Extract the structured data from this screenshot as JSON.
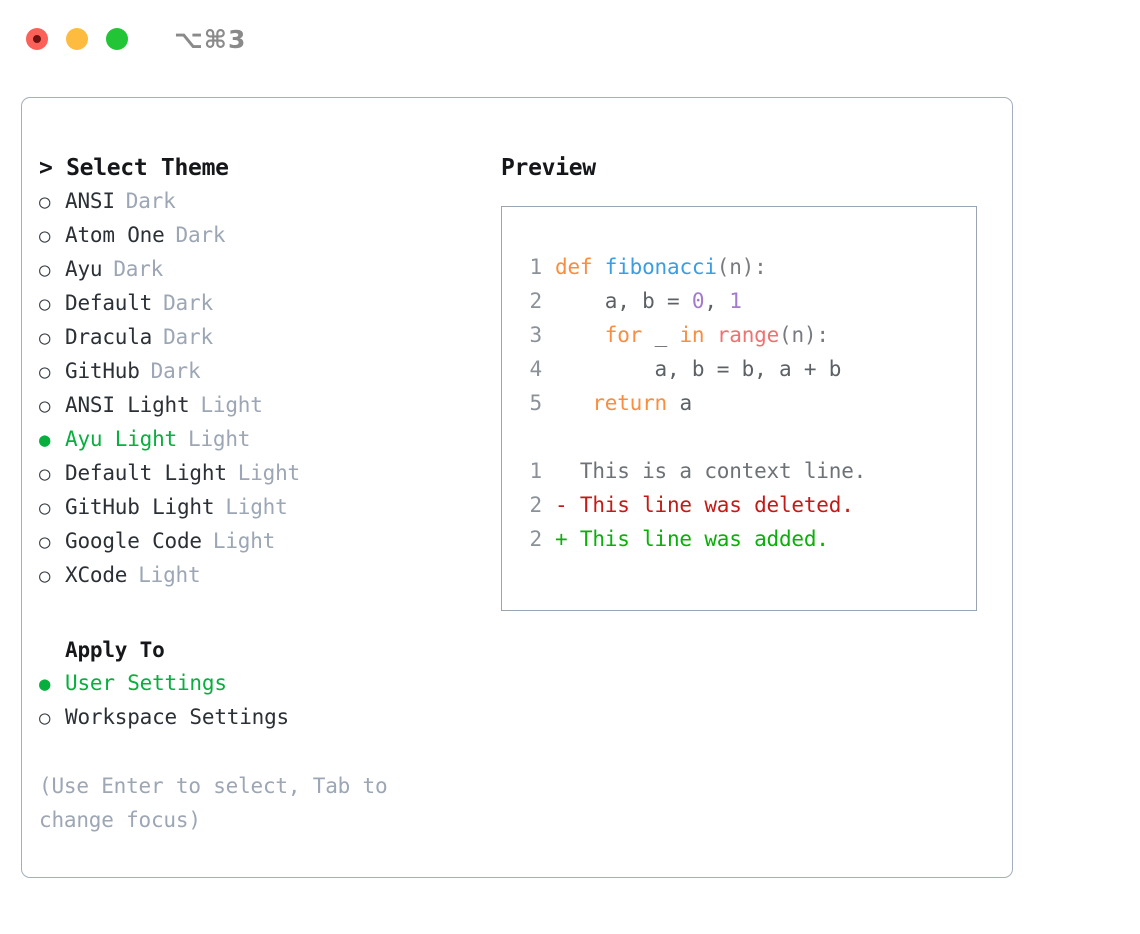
{
  "titlebar": {
    "shortcut": "⌥⌘3",
    "lights": [
      "close-red",
      "minimize-yellow",
      "zoom-green"
    ]
  },
  "theme_panel": {
    "header": "> Select Theme",
    "options": [
      {
        "marker": "○",
        "name": "ANSI",
        "kind": "Dark",
        "selected": false
      },
      {
        "marker": "○",
        "name": "Atom One",
        "kind": "Dark",
        "selected": false
      },
      {
        "marker": "○",
        "name": "Ayu",
        "kind": "Dark",
        "selected": false
      },
      {
        "marker": "○",
        "name": "Default",
        "kind": "Dark",
        "selected": false
      },
      {
        "marker": "○",
        "name": "Dracula",
        "kind": "Dark",
        "selected": false
      },
      {
        "marker": "○",
        "name": "GitHub",
        "kind": "Dark",
        "selected": false
      },
      {
        "marker": "○",
        "name": "ANSI Light",
        "kind": "Light",
        "selected": false
      },
      {
        "marker": "●",
        "name": "Ayu Light",
        "kind": "Light",
        "selected": true
      },
      {
        "marker": "○",
        "name": "Default Light",
        "kind": "Light",
        "selected": false
      },
      {
        "marker": "○",
        "name": "GitHub Light",
        "kind": "Light",
        "selected": false
      },
      {
        "marker": "○",
        "name": "Google Code",
        "kind": "Light",
        "selected": false
      },
      {
        "marker": "○",
        "name": "XCode",
        "kind": "Light",
        "selected": false
      }
    ]
  },
  "apply_to": {
    "header": "Apply To",
    "options": [
      {
        "marker": "●",
        "name": "User Settings",
        "selected": true
      },
      {
        "marker": "○",
        "name": "Workspace Settings",
        "selected": false
      }
    ]
  },
  "hint": "(Use Enter to select, Tab to change focus)",
  "preview": {
    "title": "Preview",
    "code_lines": [
      {
        "num": "1",
        "tokens": [
          {
            "text": "def ",
            "cls": "t-kw"
          },
          {
            "text": "fibonacci",
            "cls": "t-fn"
          },
          {
            "text": "(n):",
            "cls": "t-punc"
          }
        ]
      },
      {
        "num": "2",
        "tokens": [
          {
            "text": "    a, b = ",
            "cls": "t-plain"
          },
          {
            "text": "0",
            "cls": "t-num"
          },
          {
            "text": ", ",
            "cls": "t-plain"
          },
          {
            "text": "1",
            "cls": "t-num"
          }
        ]
      },
      {
        "num": "3",
        "tokens": [
          {
            "text": "    ",
            "cls": "t-plain"
          },
          {
            "text": "for",
            "cls": "t-kw"
          },
          {
            "text": " _ ",
            "cls": "t-plain"
          },
          {
            "text": "in",
            "cls": "t-kw"
          },
          {
            "text": " ",
            "cls": "t-plain"
          },
          {
            "text": "range",
            "cls": "t-call"
          },
          {
            "text": "(n):",
            "cls": "t-punc"
          }
        ]
      },
      {
        "num": "4",
        "tokens": [
          {
            "text": "        a, b = b, a + b",
            "cls": "t-plain"
          }
        ]
      },
      {
        "num": "5",
        "tokens": [
          {
            "text": "   ",
            "cls": "t-plain"
          },
          {
            "text": "return",
            "cls": "t-kw"
          },
          {
            "text": " a",
            "cls": "t-plain"
          }
        ]
      }
    ],
    "diff_lines": [
      {
        "num": "1",
        "sign": " ",
        "text": " This is a context line.",
        "cls": "d-ctx"
      },
      {
        "num": "2",
        "sign": "-",
        "text": " This line was deleted.",
        "cls": "d-del"
      },
      {
        "num": "2",
        "sign": "+",
        "text": " This line was added.",
        "cls": "d-add"
      }
    ]
  },
  "colors": {
    "accent_green": "#08AF3F",
    "muted": "#9CA6B4",
    "border": "#A4AEBC",
    "keyword": "#FA8D3E",
    "function": "#399EE6",
    "number": "#A37ACC",
    "call": "#F07171",
    "diff_deleted": "#C41A16",
    "diff_added": "#08B008"
  }
}
